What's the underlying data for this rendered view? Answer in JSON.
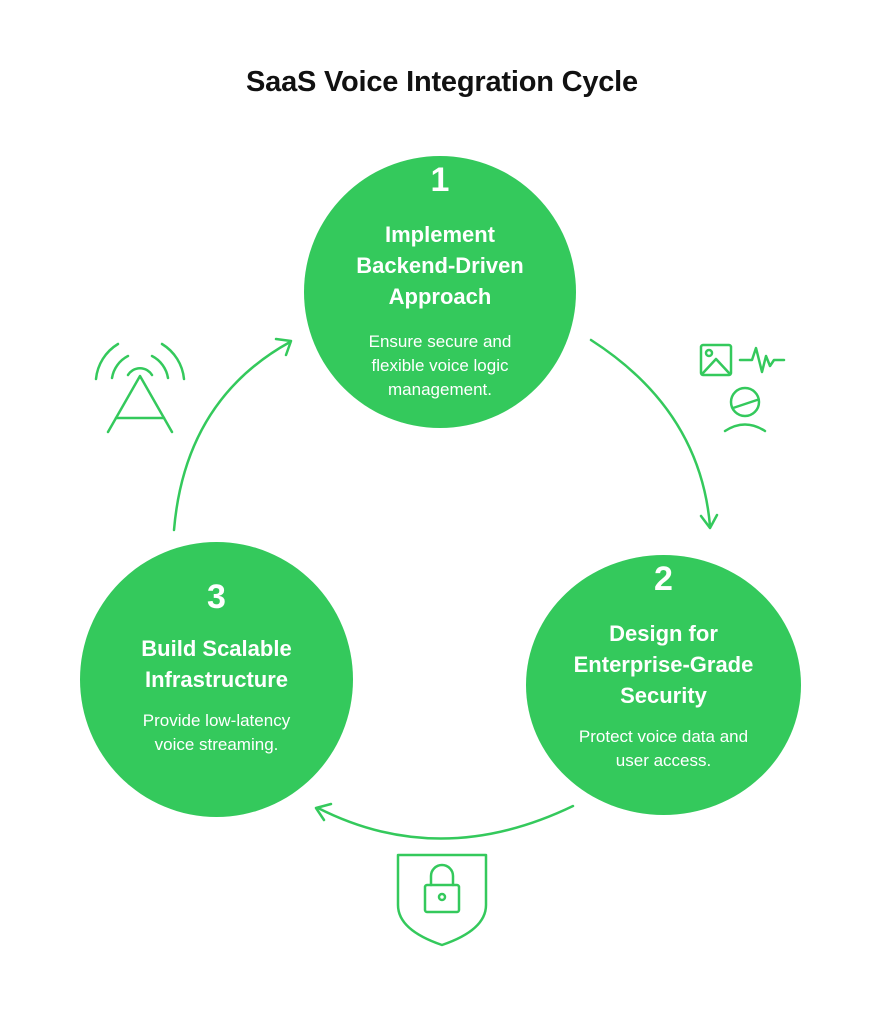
{
  "title": "SaaS Voice Integration Cycle",
  "colors": {
    "accent": "#34c95c",
    "title_text": "#111111",
    "circle_text": "#ffffff",
    "background": "#ffffff"
  },
  "steps": [
    {
      "number": "1",
      "title": "Implement\nBackend-Driven\nApproach",
      "description": "Ensure secure and\nflexible voice logic\nmanagement."
    },
    {
      "number": "2",
      "title": "Design for\nEnterprise-Grade\nSecurity",
      "description": "Protect voice data and\nuser access."
    },
    {
      "number": "3",
      "title": "Build Scalable\nInfrastructure",
      "description": "Provide low-latency\nvoice streaming."
    }
  ],
  "icons": [
    "broadcast-antenna-icon",
    "media-user-icon",
    "shield-lock-icon"
  ]
}
